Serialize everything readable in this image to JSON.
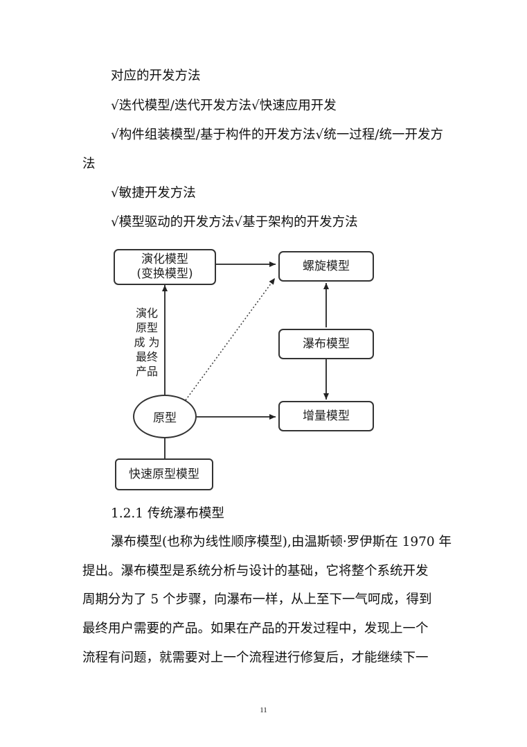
{
  "paragraphs": {
    "p1": "对应的开发方法",
    "p2": "√迭代模型/迭代开发方法√快速应用开发",
    "p3a": "√构件组装模型/基于构件的开发方法√统一过程/统一开发方",
    "p3b": "法",
    "p4": "√敏捷开发方法",
    "p5": "√模型驱动的开发方法√基于架构的开发方法"
  },
  "diagram": {
    "evolution_l1": "演化模型",
    "evolution_l2": "(变换模型)",
    "spiral": "螺旋模型",
    "waterfall": "瀑布模型",
    "incremental": "增量模型",
    "prototype": "原型",
    "rapid": "快速原型模型",
    "side_label": [
      "演化",
      "原型",
      "成 为",
      "最终",
      "产品"
    ]
  },
  "section": {
    "heading": "1.2.1 传统瀑布模型",
    "body": [
      "瀑布模型(也称为线性顺序模型),由温斯顿·罗伊斯在 1970 年",
      "提出。瀑布模型是系统分析与设计的基础，它将整个系统开发",
      "周期分为了 5 个步骤，向瀑布一样，从上至下一气呵成，得到",
      "最终用户需要的产品。如果在产品的开发过程中，发现上一个",
      "流程有问题，就需要对上一个流程进行修复后，才能继续下一"
    ]
  },
  "page_number": "11"
}
